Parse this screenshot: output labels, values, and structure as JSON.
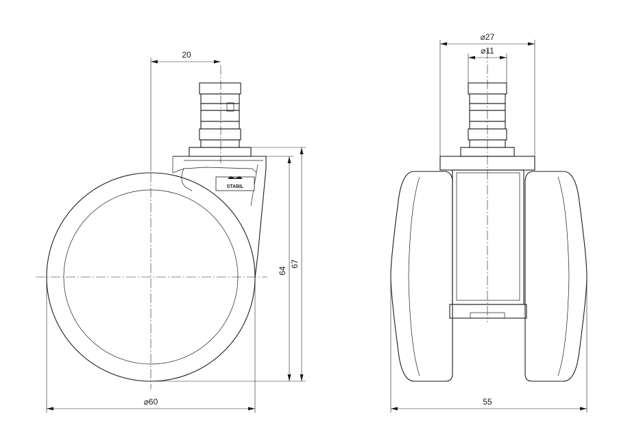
{
  "side_view": {
    "dims": {
      "offset": "20",
      "wheel_diameter": "⌀60",
      "height_inner": "64",
      "height_total": "67"
    },
    "logo_text": "STABIL"
  },
  "front_view": {
    "dims": {
      "plate_diameter": "⌀27",
      "pin_diameter": "⌀11",
      "width": "55"
    }
  }
}
